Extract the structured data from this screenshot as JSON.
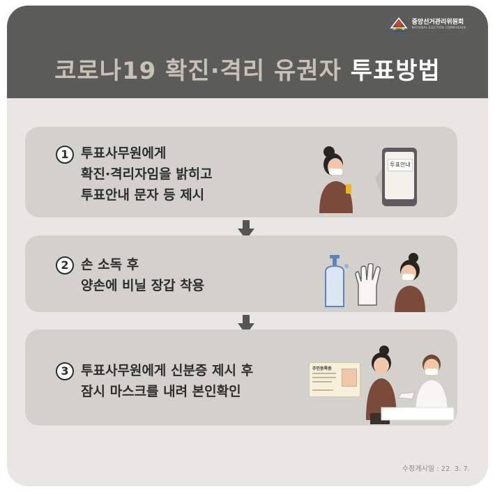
{
  "header": {
    "title_part1": "코로나19 확진·격리 유권자",
    "title_part2": "투표방법",
    "logo_korean": "중앙선거관리위원회",
    "logo_english": "NATIONAL ELECTION COMMISSION"
  },
  "steps": [
    {
      "number": "1",
      "lines": [
        "투표사무원에게",
        "확진·격리자임을 밝히고",
        "투표안내 문자 등 제시"
      ],
      "phone_text": "투표안내"
    },
    {
      "number": "2",
      "lines": [
        "손 소독 후",
        "양손에 비닐 장갑 착용"
      ]
    },
    {
      "number": "3",
      "lines": [
        "투표사무원에게 신분증 제시 후",
        "잠시 마스크를 내려 본인확인"
      ],
      "id_card_title": "주민등록증"
    }
  ],
  "footer": {
    "revised_date": "수정게시일 : 22. 3. 7."
  },
  "colors": {
    "header_bg": "#5b5b59",
    "card_bg": "#e8e7e3",
    "step_bg": "#d3d1cb",
    "title_muted": "#c6c3b6",
    "accent_red": "#d8412f",
    "accent_blue": "#1f5ea8",
    "accent_yellow": "#f2b51c"
  },
  "icons": [
    "election-commission-logo-icon",
    "down-arrow-icon",
    "phone-icon",
    "sanitizer-icon",
    "glove-icon",
    "id-card-icon"
  ]
}
